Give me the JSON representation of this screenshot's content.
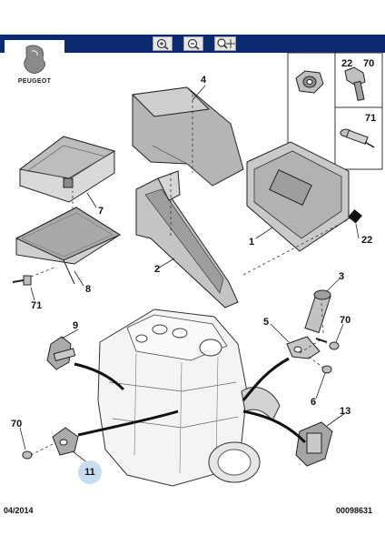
{
  "toolbar": {
    "buttons": [
      {
        "icon": "zoom-in-icon"
      },
      {
        "icon": "zoom-out-icon"
      },
      {
        "icon": "zoom-fit-icon"
      }
    ]
  },
  "brand": {
    "name": "PEUGEOT"
  },
  "callouts": {
    "c1": "1",
    "c2": "2",
    "c3": "3",
    "c4": "4",
    "c5": "5",
    "c6": "6",
    "c7": "7",
    "c8": "8",
    "c9": "9",
    "c11": "11",
    "c13": "13",
    "c22": "22",
    "c22b": "22",
    "c70a": "70",
    "c70b": "70",
    "c71": "71",
    "c71b": "71"
  },
  "footer": {
    "date": "04/2014",
    "ref": "00098631"
  },
  "colors": {
    "toolbar": "#0b2a6f",
    "highlight": "#c6ddf2",
    "part_fill": "#bfbfbf",
    "line": "#222222"
  }
}
